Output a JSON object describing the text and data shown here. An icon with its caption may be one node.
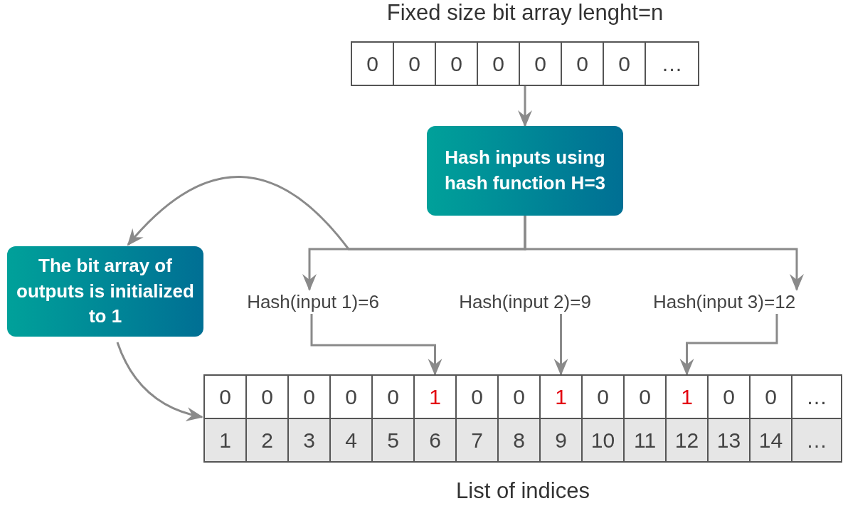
{
  "diagram": {
    "nodes": [
      {
        "text": [
          "Fixed size bit array lenght=n"
        ]
      },
      {
        "text": [
          "0"
        ],
        "in": 0
      },
      {
        "text": [
          "0"
        ],
        "in": 0
      },
      {
        "text": [
          "0"
        ],
        "in": 0
      },
      {
        "text": [
          "0"
        ],
        "in": 0
      },
      {
        "text": [
          "0"
        ],
        "in": 0
      },
      {
        "text": [
          "0"
        ],
        "in": 0
      },
      {
        "text": [
          "0"
        ],
        "in": 0
      },
      {
        "text": [
          "…"
        ],
        "in": 0
      },
      {
        "text": [
          "Hash inputs using hash function H=3"
        ]
      },
      {
        "text": [
          "The bit array of outputs is initialized to 1"
        ]
      },
      {
        "text": [
          "Hash(input 1)=6"
        ]
      },
      {
        "text": [
          "Hash(input 2)=9"
        ]
      },
      {
        "text": [
          "Hash(input 3)=12"
        ]
      },
      {
        "text": [
          "List of indices"
        ]
      },
      {
        "text": [
          "0"
        ],
        "in": 14
      },
      {
        "text": [
          "0"
        ],
        "in": 14
      },
      {
        "text": [
          "0"
        ],
        "in": 14
      },
      {
        "text": [
          "0"
        ],
        "in": 14
      },
      {
        "text": [
          "0"
        ],
        "in": 14
      },
      {
        "text": [
          "1"
        ],
        "in": 14
      },
      {
        "text": [
          "0"
        ],
        "in": 14
      },
      {
        "text": [
          "0"
        ],
        "in": 14
      },
      {
        "text": [
          "1"
        ],
        "in": 14
      },
      {
        "text": [
          "0"
        ],
        "in": 14
      },
      {
        "text": [
          "0"
        ],
        "in": 14
      },
      {
        "text": [
          "1"
        ],
        "in": 14
      },
      {
        "text": [
          "0"
        ],
        "in": 14
      },
      {
        "text": [
          "0"
        ],
        "in": 14
      },
      {
        "text": [
          "…"
        ],
        "in": 14
      },
      {
        "text": [
          "1"
        ],
        "in": 14
      },
      {
        "text": [
          "2"
        ],
        "in": 14
      },
      {
        "text": [
          "3"
        ],
        "in": 14
      },
      {
        "text": [
          "4"
        ],
        "in": 14
      },
      {
        "text": [
          "5"
        ],
        "in": 14
      },
      {
        "text": [
          "6"
        ],
        "in": 14
      },
      {
        "text": [
          "7"
        ],
        "in": 14
      },
      {
        "text": [
          "8"
        ],
        "in": 14
      },
      {
        "text": [
          "9"
        ],
        "in": 14
      },
      {
        "text": [
          "10"
        ],
        "in": 14
      },
      {
        "text": [
          "11"
        ],
        "in": 14
      },
      {
        "text": [
          "12"
        ],
        "in": 14
      },
      {
        "text": [
          "13"
        ],
        "in": 14
      },
      {
        "text": [
          "14"
        ],
        "in": 14
      },
      {
        "text": [
          "…"
        ],
        "in": 14
      }
    ],
    "edges": [
      {
        "from": 0,
        "to": 9,
        "arrow": "to"
      },
      {
        "from": 9,
        "to": 11,
        "arrow": "to"
      },
      {
        "from": 9,
        "to": 13,
        "arrow": "to"
      },
      {
        "from": 9,
        "to": 10,
        "arrow": "to"
      },
      {
        "from": 11,
        "to": 20,
        "arrow": "to"
      },
      {
        "from": 12,
        "to": 23,
        "arrow": "to"
      },
      {
        "from": 13,
        "to": 26,
        "arrow": "to"
      },
      {
        "from": 10,
        "to": 14,
        "arrow": "to"
      }
    ]
  }
}
